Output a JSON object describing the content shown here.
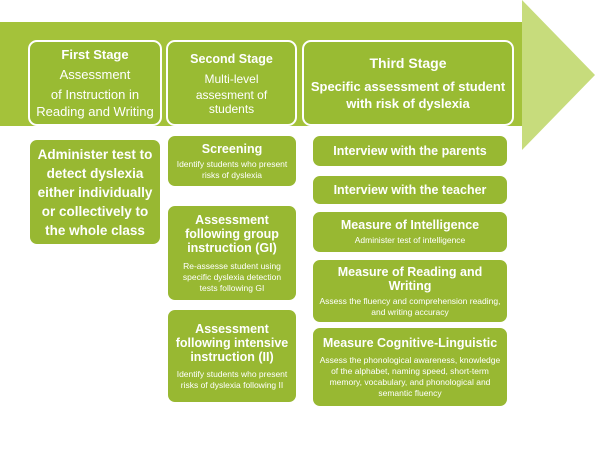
{
  "stages": {
    "first": {
      "title": "First Stage",
      "line1": "Assessment",
      "line2": "of Instruction  in",
      "line3": "Reading and Writing"
    },
    "second": {
      "title": "Second Stage",
      "line1": "Multi-level",
      "line2": "assesment  of",
      "line3": "students"
    },
    "third": {
      "title": "Third Stage",
      "line1": "Specific assessment of student",
      "line2": "with risk of dyslexia"
    }
  },
  "first_detail": "Administer test to detect dyslexia either individually or collectively to the whole class",
  "second_items": [
    {
      "title": "Screening",
      "desc": "Identify students who present risks of dyslexia"
    },
    {
      "title": "Assessment following group instruction (GI)",
      "desc": "Re-assesse  student using specific dyslexia detection tests following GI"
    },
    {
      "title": "Assessment following intensive instruction (II)",
      "desc": "Identify students who present risks of dyslexia following II"
    }
  ],
  "third_items": [
    {
      "title": "Interview with the parents",
      "desc": ""
    },
    {
      "title": "Interview with the teacher",
      "desc": ""
    },
    {
      "title": "Measure of Intelligence",
      "desc": "Administer test of intelligence"
    },
    {
      "title": "Measure of Reading and Writing",
      "desc": "Assess  the fluency and comprehension reading, and writing accuracy"
    },
    {
      "title": "Measure Cognitive-Linguistic",
      "desc": "Assess the phonological awareness, knowledge of the alphabet, naming speed, short-term memory, vocabulary, and phonological and semantic fluency"
    }
  ],
  "colors": {
    "band": "#a4c23a",
    "arrow": "#c7dc7c",
    "box": "#98b832",
    "text": "#ffffff"
  }
}
